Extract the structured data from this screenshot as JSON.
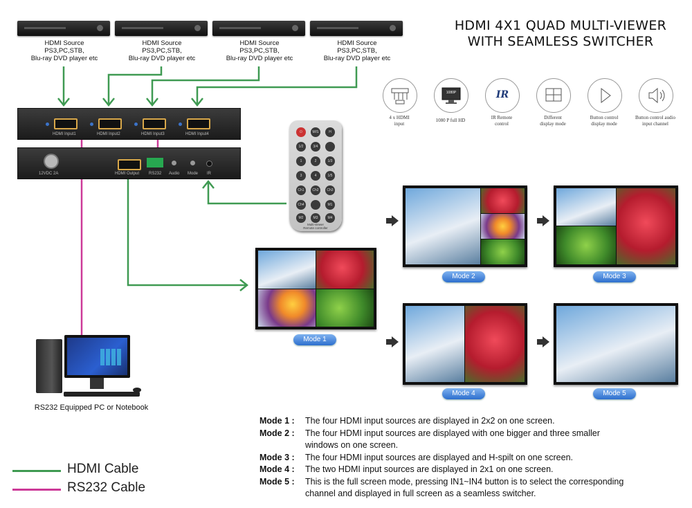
{
  "title": [
    "HDMI 4X1 QUAD MULTI-VIEWER",
    "WITH SEAMLESS SWITCHER"
  ],
  "sources": [
    {
      "lines": [
        "HDMI Source",
        "PS3,PC,STB,",
        "Blu-ray DVD player etc"
      ]
    },
    {
      "lines": [
        "HDMI Source",
        "PS3,PC,STB,",
        "Blu-ray DVD player etc"
      ]
    },
    {
      "lines": [
        "HDMI Source",
        "PS3,PC,STB,",
        "Blu-ray DVD player etc"
      ]
    },
    {
      "lines": [
        "HDMI Source",
        "PS3,PC,STB,",
        "Blu-ray DVD player etc"
      ]
    }
  ],
  "front_panel": {
    "ports": [
      "HDMI Input1",
      "HDMI Input2",
      "HDMI Input3",
      "HDMI Input4"
    ]
  },
  "rear_panel": {
    "power": "12VDC  2A",
    "hdmi_output": "HDMI Output",
    "rs232": "RS232",
    "audio": "Audio",
    "mode": "Mode",
    "ir": "IR"
  },
  "remote": {
    "keys": [
      "M/S",
      "H",
      "1/2",
      "3/4",
      "",
      "1",
      "2",
      "1/3",
      "3",
      "4",
      "1/5",
      "Ch1",
      "Ch2",
      "Ch3",
      "Ch4",
      "",
      "M1",
      "M2",
      "M3",
      "M4"
    ],
    "caption": [
      "Multi-viewer",
      "Remote controller"
    ]
  },
  "features": [
    {
      "icon": "hdmi-inputs-icon",
      "label": [
        "4 x HDMI",
        "input"
      ]
    },
    {
      "icon": "monitor-1080p-icon",
      "label": [
        "1080 P full HD"
      ],
      "badge": "1080P"
    },
    {
      "icon": "ir-remote-icon",
      "label": [
        "IR Remote",
        "control"
      ],
      "badge": "IR"
    },
    {
      "icon": "display-mode-icon",
      "label": [
        "Different",
        "display mode"
      ]
    },
    {
      "icon": "play-button-icon",
      "label": [
        "Button control",
        "display mode"
      ]
    },
    {
      "icon": "audio-speaker-icon",
      "label": [
        "Button control audio",
        "input channel"
      ]
    }
  ],
  "modes": [
    {
      "label": "Mode 1"
    },
    {
      "label": "Mode 2"
    },
    {
      "label": "Mode 3"
    },
    {
      "label": "Mode 4"
    },
    {
      "label": "Mode 5"
    }
  ],
  "pc_caption": "RS232 Equipped PC or Notebook",
  "legend": [
    {
      "label": "HDMI Cable",
      "color": "#3f9a52"
    },
    {
      "label": "RS232 Cable",
      "color": "#cc3a98"
    }
  ],
  "descriptions": [
    {
      "key": "Mode 1 :",
      "text": [
        "The four HDMI input sources are displayed in 2x2 on one screen."
      ]
    },
    {
      "key": "Mode 2 :",
      "text": [
        "The four HDMI input sources are displayed with one bigger and three smaller",
        "windows on one screen."
      ]
    },
    {
      "key": "Mode 3 :",
      "text": [
        "The four HDMI input sources are displayed and H-spilt on one screen."
      ]
    },
    {
      "key": "Mode 4 :",
      "text": [
        "The two HDMI input sources are displayed in 2x1 on one screen."
      ]
    },
    {
      "key": "Mode 5 :",
      "text": [
        "This is the full screen mode, pressing IN1~IN4 button is to select the corresponding",
        "channel and displayed in full screen as a seamless switcher."
      ]
    }
  ]
}
